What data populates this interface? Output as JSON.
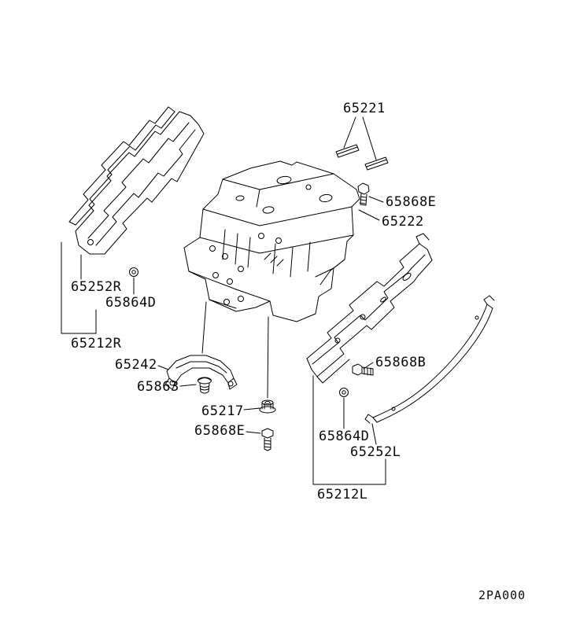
{
  "page": {
    "background": "#ffffff",
    "line_color": "#000000",
    "diagram_code": "2PA000"
  },
  "labels": {
    "clip_set": "65221",
    "bolt_top": "65868E",
    "panel_assembly": "65222",
    "sill_right": "65252R",
    "washer_left": "65864D",
    "member_right": "65212R",
    "bracket": "65242",
    "grommet": "65863",
    "nut": "65217",
    "bolt_bottom": "65868E",
    "bolt_b": "65868B",
    "washer_right": "65864D",
    "sill_left": "65252L",
    "member_left": "65212L"
  }
}
